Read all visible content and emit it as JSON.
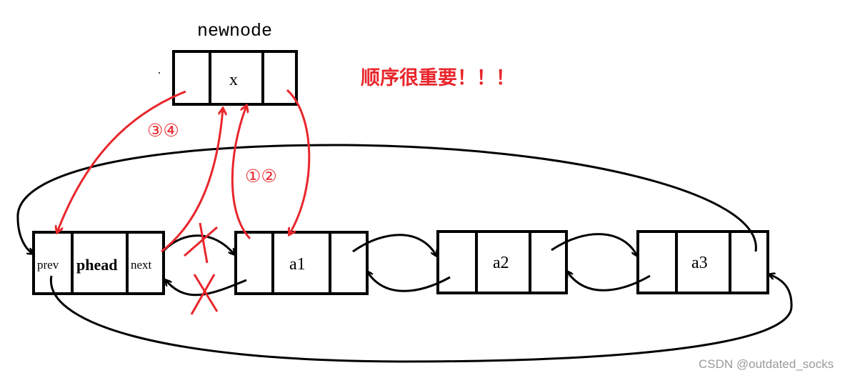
{
  "newnode": {
    "title": "newnode",
    "value": "x"
  },
  "note": "顺序很重要！！！",
  "steps": {
    "first": "①②",
    "second": "③④"
  },
  "phead": {
    "prev": "prev",
    "name": "phead",
    "next": "next"
  },
  "nodes": [
    {
      "label": "a1"
    },
    {
      "label": "a2"
    },
    {
      "label": "a3"
    }
  ],
  "watermark": "CSDN @outdated_socks",
  "colors": {
    "ink": "#000000",
    "annotation": "#e8262c",
    "watermark": "#9a9a9a"
  }
}
